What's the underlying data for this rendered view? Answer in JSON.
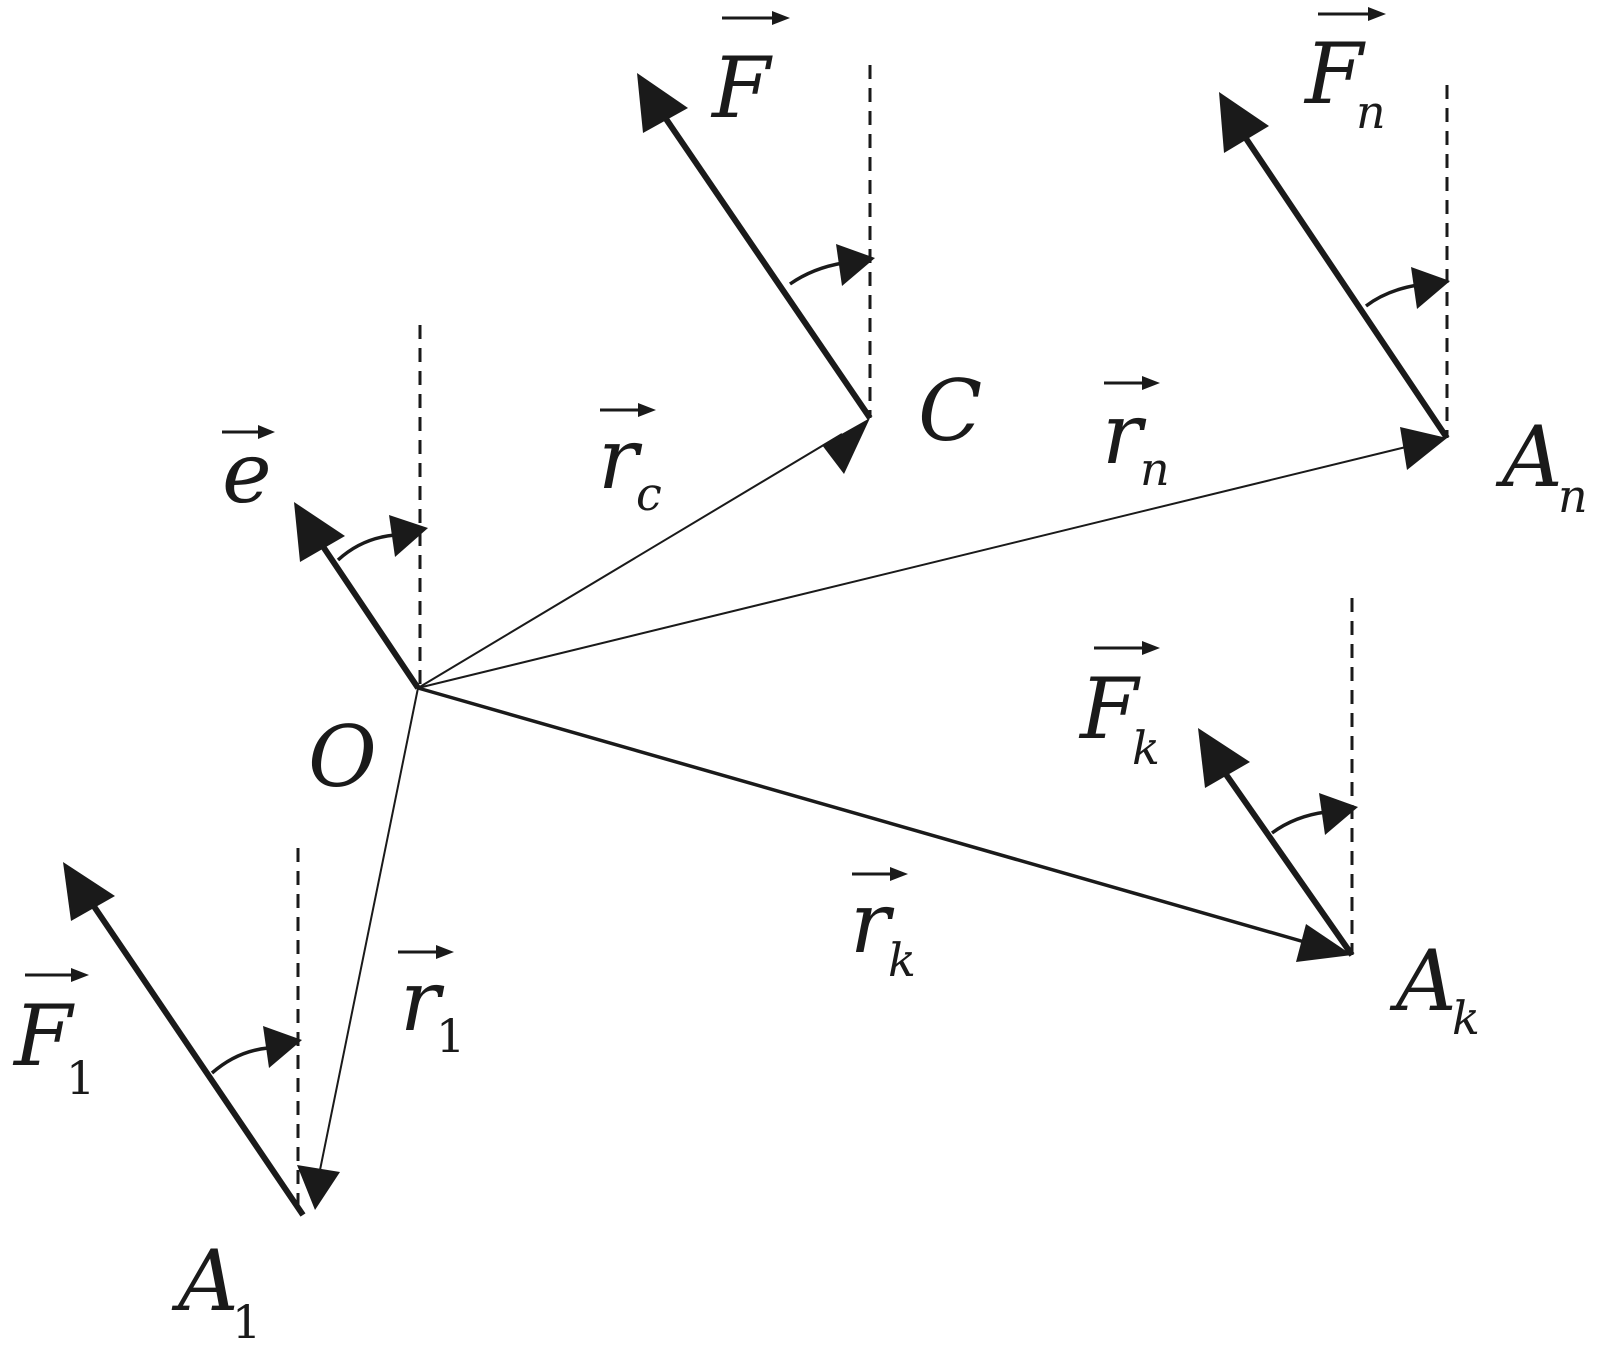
{
  "points": {
    "O": "O",
    "C": "C",
    "A1": {
      "base": "A",
      "sub": "1"
    },
    "Ak": {
      "base": "A",
      "sub": "k"
    },
    "An": {
      "base": "A",
      "sub": "n"
    }
  },
  "vectors": {
    "e": {
      "base": "e",
      "sub": ""
    },
    "F": {
      "base": "F",
      "sub": ""
    },
    "F1": {
      "base": "F",
      "sub": "1"
    },
    "Fk": {
      "base": "F",
      "sub": "k"
    },
    "Fn": {
      "base": "F",
      "sub": "n"
    },
    "rc": {
      "base": "r",
      "sub": "c"
    },
    "r1": {
      "base": "r",
      "sub": "1"
    },
    "rk": {
      "base": "r",
      "sub": "k"
    },
    "rn": {
      "base": "r",
      "sub": "n"
    }
  }
}
